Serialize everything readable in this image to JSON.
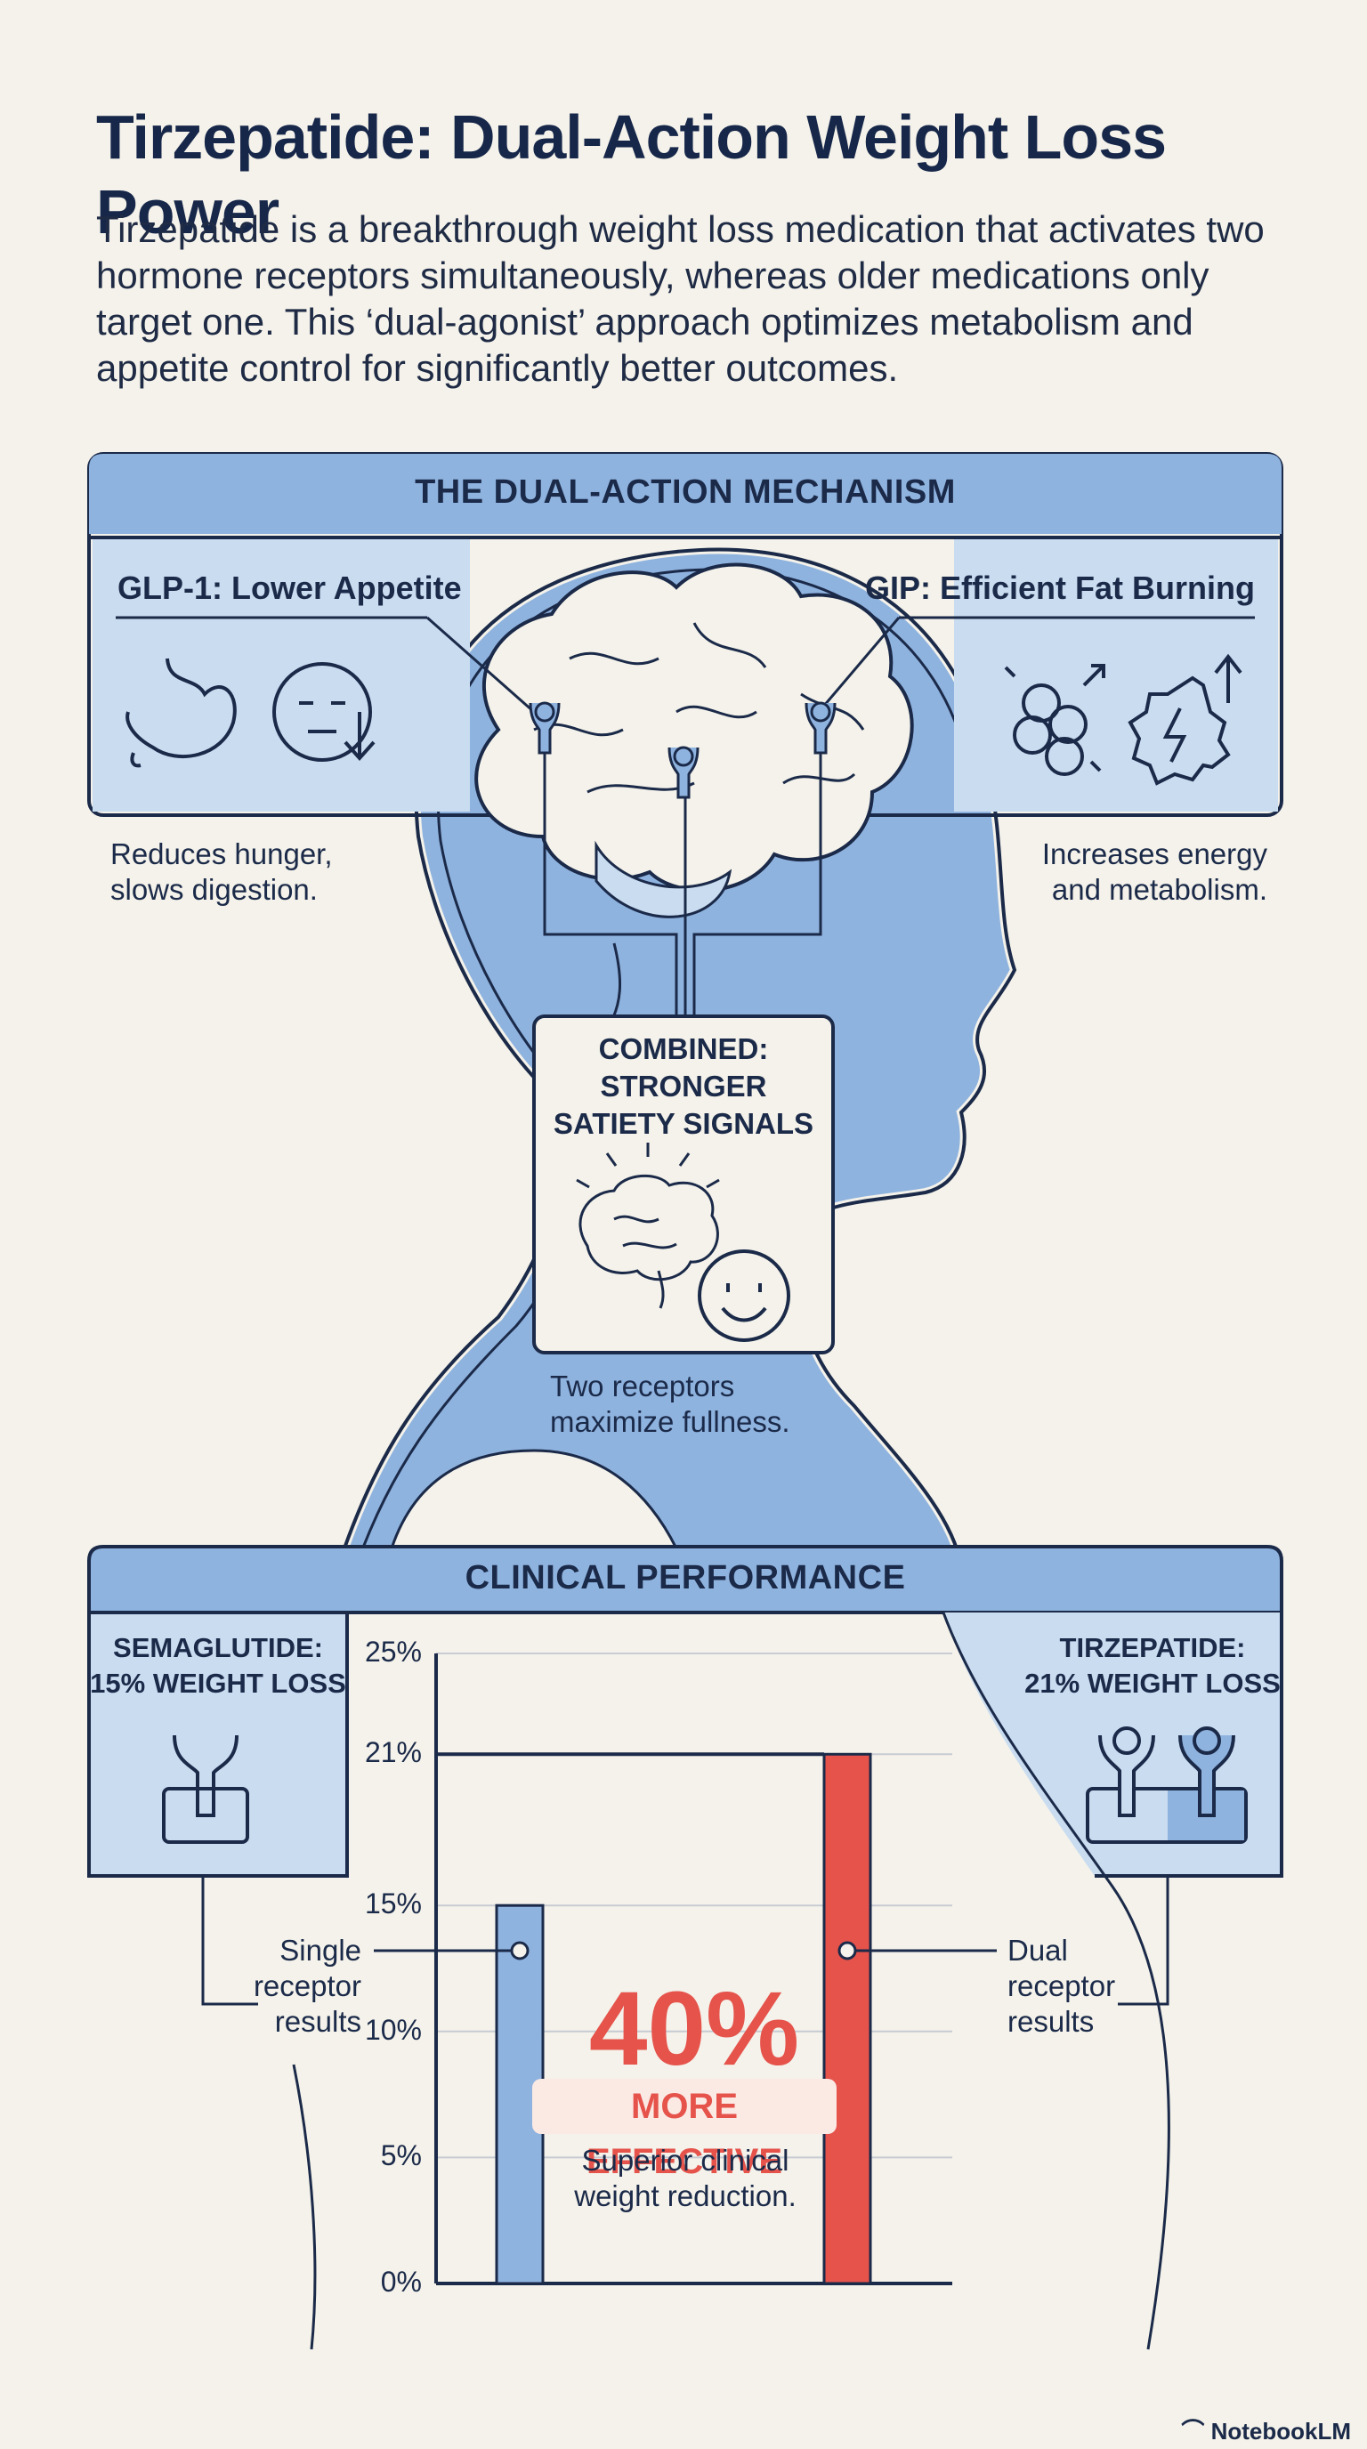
{
  "header": {
    "title": "Tirzepatide: Dual-Action Weight Loss Power",
    "intro": "Tirzepatide is a breakthrough weight loss medication that activates two hormone receptors simultaneously, whereas older medications only target one. This ‘dual-agonist’ approach optimizes metabolism and appetite control for significantly better outcomes."
  },
  "mechanism": {
    "heading": "THE DUAL-ACTION MECHANISM",
    "glp1": {
      "label": "GLP-1: Lower Appetite",
      "desc_line1": "Reduces hunger,",
      "desc_line2": "slows digestion.",
      "icons": [
        "stomach-icon",
        "sleepy-face-down-arrow-icon"
      ]
    },
    "gip": {
      "label": "GIP: Efficient Fat Burning",
      "desc_line1": "Increases energy",
      "desc_line2": "and metabolism.",
      "icons": [
        "fat-cells-icon",
        "gear-energy-icon"
      ]
    },
    "combined": {
      "line1": "COMBINED:",
      "line2": "STRONGER",
      "line3": "SATIETY SIGNALS",
      "desc_line1": "Two receptors",
      "desc_line2": "maximize fullness.",
      "icons": [
        "brain-icon",
        "smiley-icon"
      ]
    }
  },
  "clinical": {
    "heading": "CLINICAL PERFORMANCE",
    "semaglutide": {
      "line1": "SEMAGLUTIDE:",
      "line2": "15% WEIGHT LOSS",
      "note_line1": "Single",
      "note_line2": "receptor",
      "note_line3": "results"
    },
    "tirzepatide": {
      "line1": "TIRZEPATIDE:",
      "line2": "21% WEIGHT LOSS",
      "note_line1": "Dual",
      "note_line2": "receptor",
      "note_line3": "results"
    },
    "highlight": {
      "value": "40%",
      "label": "MORE EFFECTIVE",
      "desc_line1": "Superior clinical",
      "desc_line2": "weight reduction."
    }
  },
  "chart_data": {
    "type": "bar",
    "categories": [
      "Semaglutide",
      "Tirzepatide"
    ],
    "values": [
      15,
      21
    ],
    "ylim": [
      0,
      25
    ],
    "yticks": [
      0,
      5,
      10,
      15,
      21,
      25
    ],
    "ytick_labels": [
      "0%",
      "5%",
      "10%",
      "15%",
      "21%",
      "25%"
    ],
    "colors": [
      "#8fb3df",
      "#e5534b"
    ],
    "grid": true
  },
  "colors": {
    "navy": "#1b2a49",
    "panel_blue": "#c9dcf0",
    "silhouette_blue": "#8fb3df",
    "accent_red": "#e5534b",
    "background": "#f4f2ea"
  },
  "footer": {
    "brand": "NotebookLM"
  }
}
